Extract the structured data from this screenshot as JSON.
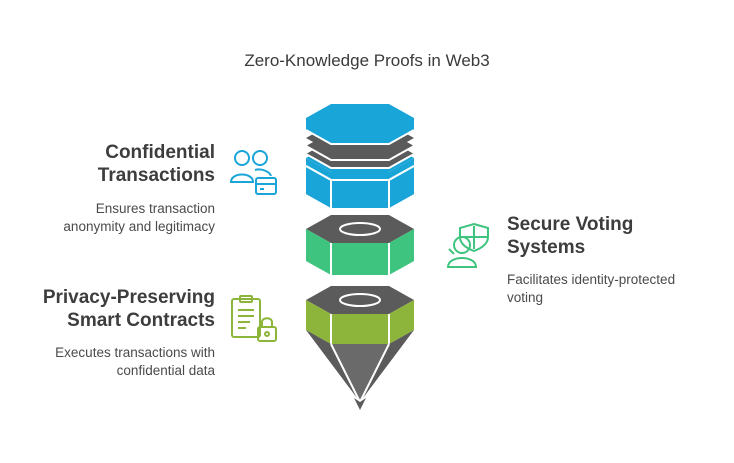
{
  "title": "Zero-Knowledge Proofs in Web3",
  "items": [
    {
      "heading_line1": "Confidential",
      "heading_line2": "Transactions",
      "desc_line1": "Ensures transaction",
      "desc_line2": "anonymity and legitimacy",
      "icon": "users-card-icon",
      "color": "#1aa5d8"
    },
    {
      "heading_line1": "Secure Voting",
      "heading_line2": "Systems",
      "desc_line1": "Facilitates identity-protected",
      "desc_line2": "voting",
      "icon": "person-shield-icon",
      "color": "#3ec47e"
    },
    {
      "heading_line1": "Privacy-Preserving",
      "heading_line2": "Smart Contracts",
      "desc_line1": "Executes transactions with",
      "desc_line2": "confidential data",
      "icon": "document-lock-icon",
      "color": "#8db53c"
    }
  ]
}
